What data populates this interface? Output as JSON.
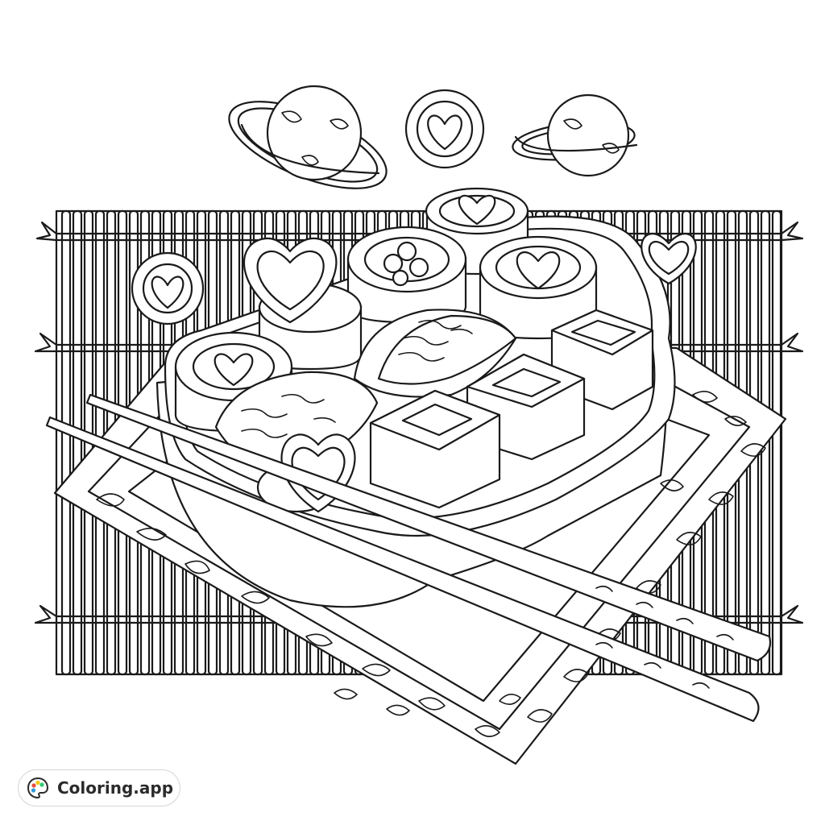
{
  "artwork": {
    "subject_icons": [
      "bamboo-mat",
      "patterned-napkin",
      "sushi-bowl",
      "chopsticks",
      "heart-sushi",
      "planet-icon"
    ]
  },
  "brand": {
    "name": "Coloring.app",
    "logo_icon": "palette-icon",
    "palette_colors": [
      "#e74c3c",
      "#f1c40f",
      "#2ecc71",
      "#3498db"
    ]
  }
}
